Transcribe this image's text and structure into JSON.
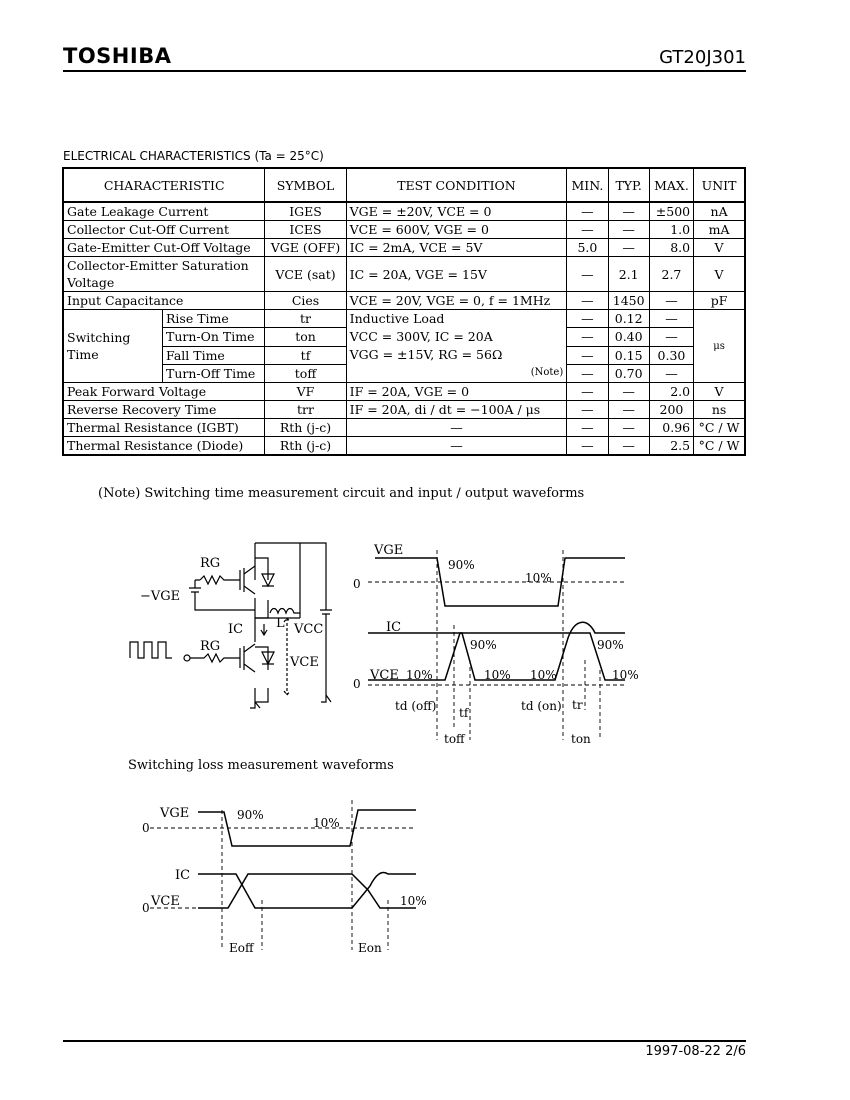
{
  "header": {
    "brand": "TOSHIBA",
    "part_number": "GT20J301"
  },
  "section_title": "ELECTRICAL CHARACTERISTICS (Ta = 25°C)",
  "table": {
    "headers": [
      "CHARACTERISTIC",
      "SYMBOL",
      "TEST CONDITION",
      "MIN.",
      "TYP.",
      "MAX.",
      "UNIT"
    ],
    "rows": {
      "gate_leakage": {
        "name": "Gate Leakage Current",
        "symbol": "IGES",
        "cond": "VGE = ±20V, VCE = 0",
        "min": "—",
        "typ": "—",
        "max": "±500",
        "unit": "nA"
      },
      "collector_cutoff": {
        "name": "Collector Cut-Off Current",
        "symbol": "ICES",
        "cond": "VCE = 600V, VGE = 0",
        "min": "—",
        "typ": "—",
        "max": "1.0",
        "unit": "mA"
      },
      "ge_cutoff": {
        "name": "Gate-Emitter Cut-Off Voltage",
        "symbol": "VGE (OFF)",
        "cond": "IC = 2mA, VCE = 5V",
        "min": "5.0",
        "typ": "—",
        "max": "8.0",
        "unit": "V"
      },
      "ce_sat": {
        "name_line1": "Collector-Emitter Saturation",
        "name_line2": "Voltage",
        "symbol": "VCE (sat)",
        "cond": "IC = 20A, VGE = 15V",
        "min": "—",
        "typ": "2.1",
        "max": "2.7",
        "unit": "V"
      },
      "input_cap": {
        "name": "Input Capacitance",
        "symbol": "Cies",
        "cond": "VCE = 20V, VGE = 0, f = 1MHz",
        "min": "—",
        "typ": "1450",
        "max": "—",
        "unit": "pF"
      },
      "switching": {
        "group_line1": "Switching",
        "group_line2": "Time",
        "cond_line1": "Inductive Load",
        "cond_line2": "VCC = 300V, IC = 20A",
        "cond_line3": "VGG = ±15V, RG = 56Ω",
        "cond_note": "(Note)",
        "unit": "μs",
        "rise": {
          "name": "Rise Time",
          "symbol": "tr",
          "min": "—",
          "typ": "0.12",
          "max": "—"
        },
        "turn_on": {
          "name": "Turn-On Time",
          "symbol": "ton",
          "min": "—",
          "typ": "0.40",
          "max": "—"
        },
        "fall": {
          "name": "Fall Time",
          "symbol": "tf",
          "min": "—",
          "typ": "0.15",
          "max": "0.30"
        },
        "turn_off": {
          "name": "Turn-Off Time",
          "symbol": "toff",
          "min": "—",
          "typ": "0.70",
          "max": "—"
        }
      },
      "peak_fwd": {
        "name": "Peak Forward Voltage",
        "symbol": "VF",
        "cond": "IF = 20A, VGE = 0",
        "min": "—",
        "typ": "—",
        "max": "2.0",
        "unit": "V"
      },
      "rev_recovery": {
        "name": "Reverse Recovery Time",
        "symbol": "trr",
        "cond": "IF = 20A, di / dt = −100A / μs",
        "min": "—",
        "typ": "—",
        "max": "200",
        "unit": "ns"
      },
      "thermal_igbt": {
        "name": "Thermal Resistance (IGBT)",
        "symbol": "Rth (j-c)",
        "cond": "—",
        "min": "—",
        "typ": "—",
        "max": "0.96",
        "unit": "°C / W"
      },
      "thermal_diode": {
        "name": "Thermal Resistance (Diode)",
        "symbol": "Rth (j-c)",
        "cond": "—",
        "min": "—",
        "typ": "—",
        "max": "2.5",
        "unit": "°C / W"
      }
    }
  },
  "note_text": "(Note)   Switching time measurement circuit and input / output waveforms",
  "loss_title": "Switching loss measurement waveforms",
  "circuit": {
    "rg": "RG",
    "vge": "−VGE",
    "ic": "IC",
    "l": "L",
    "vcc": "VCC",
    "vce": "VCE"
  },
  "waveforms": {
    "vge": "VGE",
    "zero": "0",
    "p90": "90%",
    "p10": "10%",
    "ic": "IC",
    "vce": "VCE",
    "td_off": "td (off)",
    "tf": "tf",
    "toff": "toff",
    "td_on": "td (on)",
    "tr": "tr",
    "ton": "ton"
  },
  "loss": {
    "vge": "VGE",
    "zero": "0",
    "p90": "90%",
    "p10": "10%",
    "ic": "IC",
    "vce": "VCE",
    "eoff": "Eoff",
    "eon": "Eon"
  },
  "footer": "1997-08-22   2/6"
}
